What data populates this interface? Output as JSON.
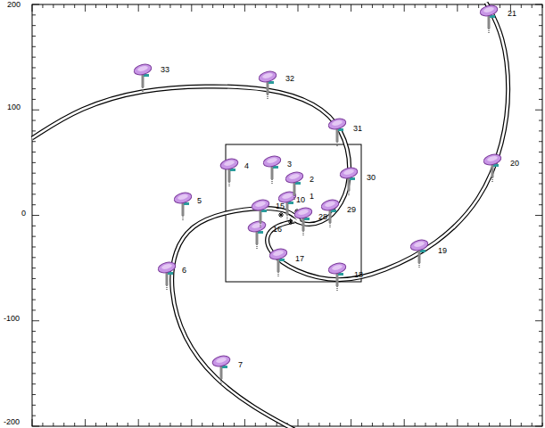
{
  "diagram": {
    "labels": [
      "200",
      "100",
      "0",
      "-100",
      "-200",
      "33",
      "32",
      "31",
      "30",
      "21",
      "20",
      "19",
      "18",
      "17",
      "16",
      "15",
      "28",
      "29",
      "1",
      "10",
      "2",
      "3",
      "4",
      "5",
      "6",
      "7"
    ]
  }
}
